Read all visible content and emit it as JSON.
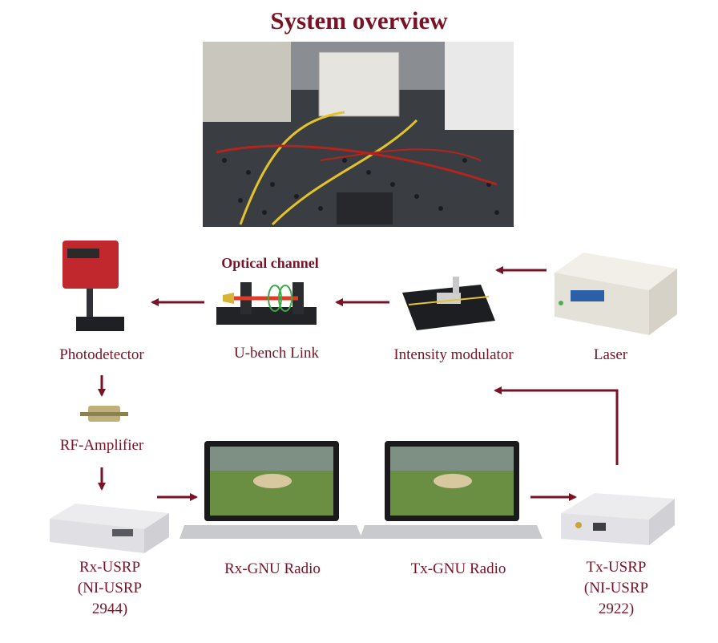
{
  "title": "System overview",
  "colors": {
    "accent": "#7a1226",
    "arrow": "#7a1226"
  },
  "nodes": {
    "optical_channel": "Optical channel",
    "photodetector": "Photodetector",
    "ubench": "U-bench Link",
    "modulator": "Intensity modulator",
    "laser": "Laser",
    "rf_amp": "RF-Amplifier",
    "rx_usrp": {
      "line1": "Rx-USRP",
      "line2": "(NI-USRP",
      "line3": "2944)"
    },
    "rx_gnu": "Rx-GNU Radio",
    "tx_gnu": "Tx-GNU Radio",
    "tx_usrp": {
      "line1": "Tx-USRP",
      "line2": "(NI-USRP",
      "line3": "2922)"
    }
  }
}
